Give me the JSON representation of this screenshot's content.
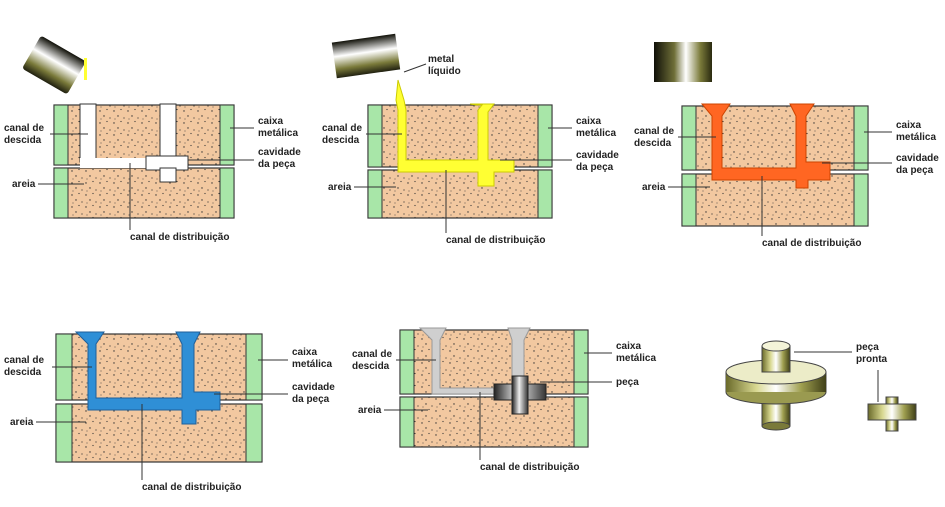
{
  "colors": {
    "sand": "#f2c8a0",
    "flask": "#a8e6a8",
    "yellow_metal": "#ffff33",
    "orange_metal": "#ff6622",
    "blue_metal": "#2f8fd6",
    "gray_metal": "#cfcfcf",
    "crucible": "olive-gradient"
  },
  "labels": {
    "canal_de_descida": [
      "canal de",
      "descida"
    ],
    "caixa_metalica": [
      "caixa",
      "metálica"
    ],
    "cavidade_da_peca": [
      "cavidade",
      "da peça"
    ],
    "cavidade_da_peca_cut": [
      "cavidade",
      "da peça"
    ],
    "areia": "areia",
    "canal_de_distribuicao": "canal de distribuição",
    "metal_liquido": [
      "metal",
      "líquido"
    ],
    "peca": "peça",
    "peca_pronta": [
      "peça",
      "pronta"
    ]
  },
  "stages": [
    {
      "id": "stage-1-empty-mold",
      "metal_color": "#ffffff"
    },
    {
      "id": "stage-2-pouring",
      "metal_color": "#ffff33"
    },
    {
      "id": "stage-3-hot-metal",
      "metal_color": "#ff6622"
    },
    {
      "id": "stage-4-cooling",
      "metal_color": "#2f8fd6"
    },
    {
      "id": "stage-5-solid-part",
      "metal_color": "#cfcfcf"
    },
    {
      "id": "stage-6-finished-part",
      "metal_color": "#999999"
    }
  ]
}
